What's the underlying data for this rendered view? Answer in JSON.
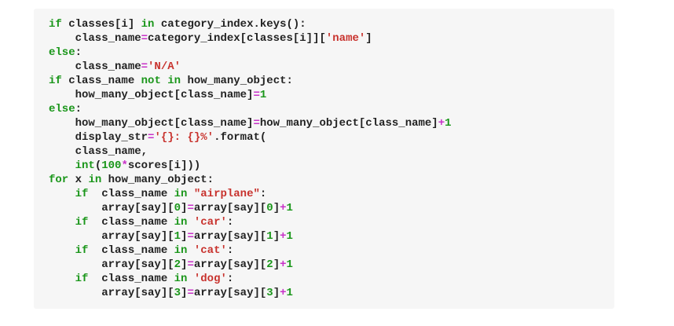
{
  "page": {
    "background": "#ffffff"
  },
  "code_block": {
    "language": "python",
    "background": "#f6f6f6",
    "colors": {
      "keyword": "#1a961a",
      "string": "#c8322d",
      "number": "#1a961a",
      "operator": "#c832c8",
      "plain": "#222222"
    },
    "lines": [
      [
        [
          "kw",
          "if"
        ],
        [
          "p",
          " classes[i] "
        ],
        [
          "kw",
          "in"
        ],
        [
          "p",
          " category_index.keys():"
        ]
      ],
      [
        [
          "p",
          "    class_name"
        ],
        [
          "op",
          "="
        ],
        [
          "p",
          "category_index[classes[i]]["
        ],
        [
          "str",
          "'name'"
        ],
        [
          "p",
          "]"
        ]
      ],
      [
        [
          "kw",
          "else"
        ],
        [
          "p",
          ":"
        ]
      ],
      [
        [
          "p",
          "    class_name"
        ],
        [
          "op",
          "="
        ],
        [
          "str",
          "'N/A'"
        ]
      ],
      [
        [
          "kw",
          "if"
        ],
        [
          "p",
          " class_name "
        ],
        [
          "kw",
          "not"
        ],
        [
          "p",
          " "
        ],
        [
          "kw",
          "in"
        ],
        [
          "p",
          " how_many_object:"
        ]
      ],
      [
        [
          "p",
          "    how_many_object[class_name]"
        ],
        [
          "op",
          "="
        ],
        [
          "num",
          "1"
        ]
      ],
      [
        [
          "kw",
          "else"
        ],
        [
          "p",
          ":"
        ]
      ],
      [
        [
          "p",
          "    how_many_object[class_name]"
        ],
        [
          "op",
          "="
        ],
        [
          "p",
          "how_many_object[class_name]"
        ],
        [
          "op",
          "+"
        ],
        [
          "num",
          "1"
        ]
      ],
      [
        [
          "p",
          "    display_str"
        ],
        [
          "op",
          "="
        ],
        [
          "str",
          "'{}: {}%'"
        ],
        [
          "p",
          ".format("
        ]
      ],
      [
        [
          "p",
          "    class_name,"
        ]
      ],
      [
        [
          "p",
          "    "
        ],
        [
          "num",
          "int"
        ],
        [
          "p",
          "("
        ],
        [
          "num",
          "100"
        ],
        [
          "op",
          "*"
        ],
        [
          "p",
          "scores[i]))"
        ]
      ],
      [
        [
          "kw",
          "for"
        ],
        [
          "p",
          " x "
        ],
        [
          "kw",
          "in"
        ],
        [
          "p",
          " how_many_object:"
        ]
      ],
      [
        [
          "p",
          "    "
        ],
        [
          "kw",
          "if"
        ],
        [
          "p",
          "  class_name "
        ],
        [
          "kw",
          "in"
        ],
        [
          "p",
          " "
        ],
        [
          "str",
          "\"airplane\""
        ],
        [
          "p",
          ":"
        ]
      ],
      [
        [
          "p",
          "        array[say]["
        ],
        [
          "num",
          "0"
        ],
        [
          "p",
          "]"
        ],
        [
          "op",
          "="
        ],
        [
          "p",
          "array[say]["
        ],
        [
          "num",
          "0"
        ],
        [
          "p",
          "]"
        ],
        [
          "op",
          "+"
        ],
        [
          "num",
          "1"
        ]
      ],
      [
        [
          "p",
          "    "
        ],
        [
          "kw",
          "if"
        ],
        [
          "p",
          "  class_name "
        ],
        [
          "kw",
          "in"
        ],
        [
          "p",
          " "
        ],
        [
          "str",
          "'car'"
        ],
        [
          "p",
          ":"
        ]
      ],
      [
        [
          "p",
          "        array[say]["
        ],
        [
          "num",
          "1"
        ],
        [
          "p",
          "]"
        ],
        [
          "op",
          "="
        ],
        [
          "p",
          "array[say]["
        ],
        [
          "num",
          "1"
        ],
        [
          "p",
          "]"
        ],
        [
          "op",
          "+"
        ],
        [
          "num",
          "1"
        ]
      ],
      [
        [
          "p",
          "    "
        ],
        [
          "kw",
          "if"
        ],
        [
          "p",
          "  class_name "
        ],
        [
          "kw",
          "in"
        ],
        [
          "p",
          " "
        ],
        [
          "str",
          "'cat'"
        ],
        [
          "p",
          ":"
        ]
      ],
      [
        [
          "p",
          "        array[say]["
        ],
        [
          "num",
          "2"
        ],
        [
          "p",
          "]"
        ],
        [
          "op",
          "="
        ],
        [
          "p",
          "array[say]["
        ],
        [
          "num",
          "2"
        ],
        [
          "p",
          "]"
        ],
        [
          "op",
          "+"
        ],
        [
          "num",
          "1"
        ]
      ],
      [
        [
          "p",
          "    "
        ],
        [
          "kw",
          "if"
        ],
        [
          "p",
          "  class_name "
        ],
        [
          "kw",
          "in"
        ],
        [
          "p",
          " "
        ],
        [
          "str",
          "'dog'"
        ],
        [
          "p",
          ":"
        ]
      ],
      [
        [
          "p",
          "        array[say]["
        ],
        [
          "num",
          "3"
        ],
        [
          "p",
          "]"
        ],
        [
          "op",
          "="
        ],
        [
          "p",
          "array[say]["
        ],
        [
          "num",
          "3"
        ],
        [
          "p",
          "]"
        ],
        [
          "op",
          "+"
        ],
        [
          "num",
          "1"
        ]
      ]
    ]
  }
}
